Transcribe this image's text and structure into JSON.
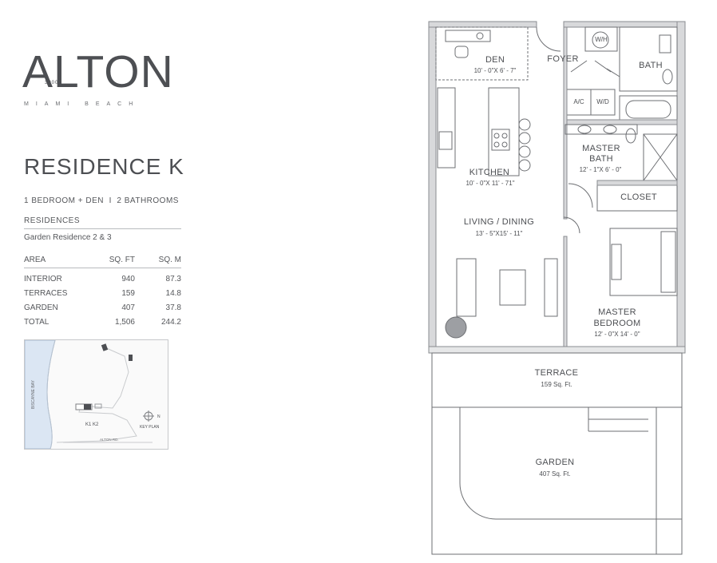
{
  "brand": {
    "name": "ALTON",
    "number": "3900",
    "location": "MIAMI BEACH"
  },
  "residence": {
    "title": "RESIDENCE K",
    "summary": "1 BEDROOM + DEN  I  2 BATHROOMS",
    "residences_heading": "RESIDENCES",
    "residences_value": "Garden Residence 2 & 3"
  },
  "area_table": {
    "headers": [
      "AREA",
      "SQ. FT",
      "SQ. M"
    ],
    "rows": [
      [
        "INTERIOR",
        "940",
        "87.3"
      ],
      [
        "TERRACES",
        "159",
        "14.8"
      ],
      [
        "GARDEN",
        "407",
        "37.8"
      ],
      [
        "TOTAL",
        "1,506",
        "244.2"
      ]
    ]
  },
  "key_plan": {
    "water_label": "BISCAYNE BAY",
    "unit_label": "K1 K2",
    "compass": "N",
    "caption": "KEY PLAN",
    "road_label": "ALTON RD."
  },
  "floorplan": {
    "rooms": {
      "den": {
        "name": "DEN",
        "dim": "10' - 0\"X 6' - 7\""
      },
      "foyer": {
        "name": "FOYER"
      },
      "wh": {
        "name": "W/H"
      },
      "bath": {
        "name": "BATH"
      },
      "ac": {
        "name": "A/C"
      },
      "wd": {
        "name": "W/D"
      },
      "master_bath": {
        "name": "MASTER\nBATH",
        "dim": "12' - 1\"X 6' - 0\""
      },
      "kitchen": {
        "name": "KITCHEN",
        "dim": "10' - 0\"X 11' - 71\""
      },
      "closet": {
        "name": "CLOSET"
      },
      "living": {
        "name": "LIVING / DINING",
        "dim": "13' - 5\"X15' - 11\""
      },
      "master_bedroom": {
        "name": "MASTER\nBEDROOM",
        "dim": "12' - 0\"X 14' - 0\""
      },
      "terrace": {
        "name": "TERRACE",
        "dim": "159 Sq. Ft."
      },
      "garden": {
        "name": "GARDEN",
        "dim": "407 Sq. Ft."
      }
    }
  }
}
